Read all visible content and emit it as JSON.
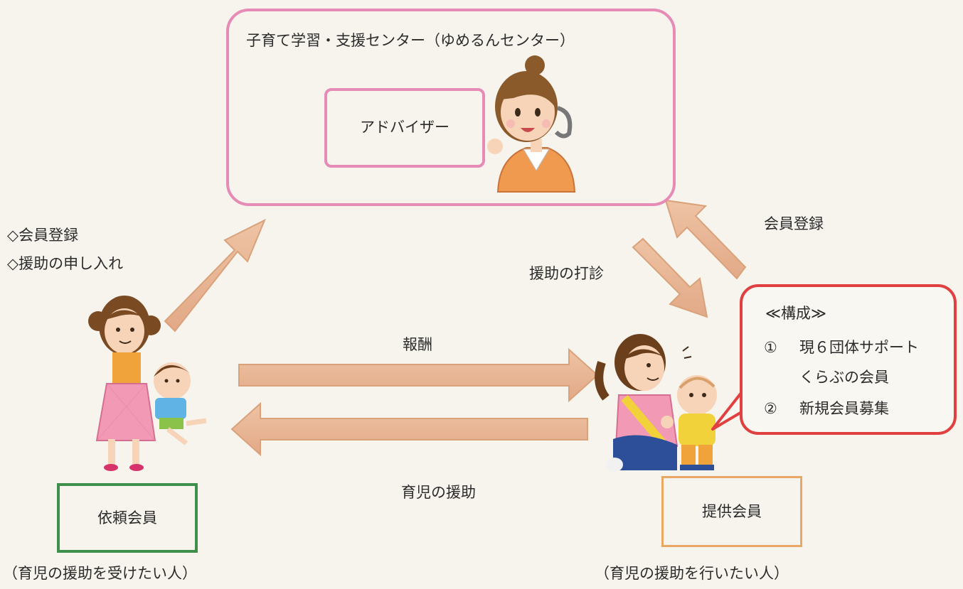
{
  "center": {
    "title": "子育て学習・支援センター（ゆめるんセンター）",
    "adviser": "アドバイザー"
  },
  "requester": {
    "actions": [
      "◇会員登録",
      "◇援助の申し入れ"
    ],
    "label": "依頼会員",
    "caption": "（育児の援助を受けたい人）"
  },
  "provider": {
    "label": "提供会員",
    "caption": "（育児の援助を行いたい人）",
    "registration": "会員登録",
    "sounding": "援助の打診"
  },
  "flows": {
    "reward": "報酬",
    "childcare_support": "育児の援助"
  },
  "composition": {
    "heading": "≪構成≫",
    "items": [
      {
        "marker": "①",
        "text": "現６団体サポート",
        "text2": "くらぶの会員"
      },
      {
        "marker": "②",
        "text": "新規会員募集"
      }
    ]
  },
  "colors": {
    "arrow_fill": "#e9b896",
    "arrow_stroke": "#d9a27a",
    "center_border": "#e58bb6",
    "requester_border": "#3d8f4b",
    "provider_border": "#e9a766",
    "composition_border": "#e0403f"
  }
}
